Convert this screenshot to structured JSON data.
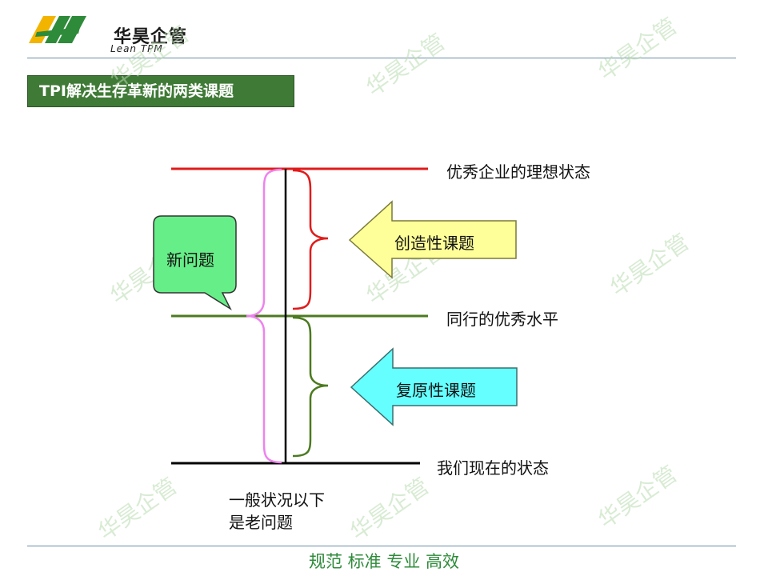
{
  "logo": {
    "name_cn": "华昊企管",
    "name_en": "Lean TPM"
  },
  "title": "TPI解决生存革新的两类课题",
  "levels": {
    "ideal": "优秀企业的理想状态",
    "peer": "同行的优秀水平",
    "current": "我们现在的状态"
  },
  "callout": {
    "text": "新问题"
  },
  "arrows": {
    "creative": "创造性课题",
    "restorative": "复原性课题"
  },
  "note": {
    "line1": "一般状况以下",
    "line2": "是老问题"
  },
  "footer": "规范 标准 专业 高效",
  "watermark": "华昊企管",
  "colors": {
    "title_bg": "#3f7a36",
    "ideal_line": "#e01b1b",
    "peer_line": "#4b7a1f",
    "current_line": "#000000",
    "big_brace": "#ee82ee",
    "creative_arrow": "#ffff99",
    "restorative_arrow": "#66ffff",
    "callout_fill": "#66ee88",
    "footer_text": "#2e8b3a"
  }
}
